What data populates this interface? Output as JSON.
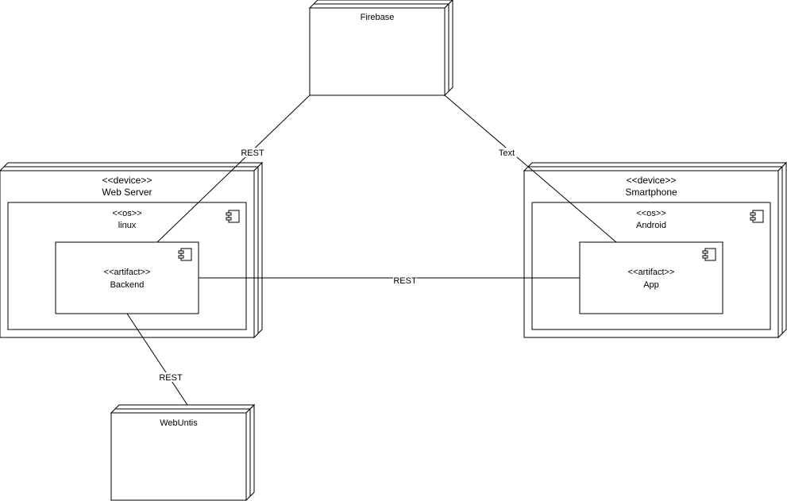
{
  "nodes": {
    "firebase": {
      "title": "Firebase"
    },
    "web_server": {
      "stereotype": "<<device>>",
      "title": "Web Server"
    },
    "smartphone": {
      "stereotype": "<<device>>",
      "title": "Smartphone"
    },
    "webuntis": {
      "title": "WebUntis"
    }
  },
  "os": {
    "linux": {
      "stereotype": "<<os>>",
      "title": "linux"
    },
    "android": {
      "stereotype": "<<os>>",
      "title": "Android"
    }
  },
  "artifacts": {
    "backend": {
      "stereotype": "<<artifact>>",
      "title": "Backend"
    },
    "app": {
      "stereotype": "<<artifact>>",
      "title": "App"
    }
  },
  "connections": {
    "firebase_backend": "REST",
    "firebase_app": "Text",
    "backend_app": "REST",
    "backend_webuntis": "REST"
  },
  "icons": [
    "component-icon"
  ]
}
